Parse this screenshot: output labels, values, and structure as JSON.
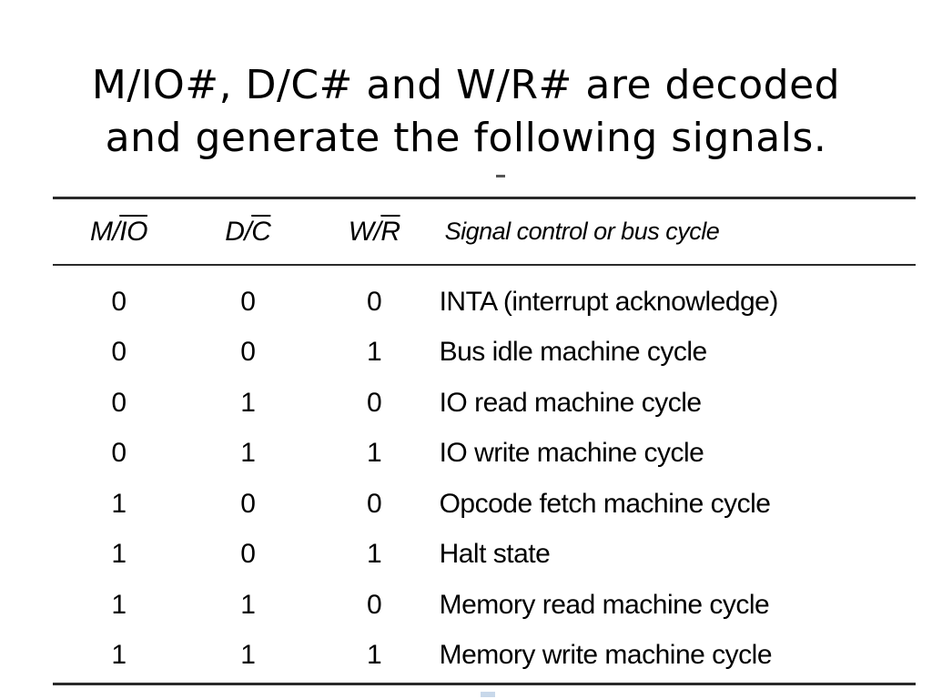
{
  "title": {
    "line1": "M/IO#, D/C# and W/R# are decoded",
    "line2": "and generate the following signals."
  },
  "table": {
    "headers": {
      "col1": {
        "prefix": "M/",
        "overlined": "IO"
      },
      "col2": {
        "prefix": "D/",
        "overlined": "C"
      },
      "col3": {
        "prefix": "W/",
        "overlined": "R"
      },
      "col4": "Signal control or bus cycle"
    },
    "rows": [
      {
        "m_io": "0",
        "d_c": "0",
        "w_r": "0",
        "signal": "INTA (interrupt acknowledge)"
      },
      {
        "m_io": "0",
        "d_c": "0",
        "w_r": "1",
        "signal": "Bus idle machine cycle"
      },
      {
        "m_io": "0",
        "d_c": "1",
        "w_r": "0",
        "signal": "IO read machine cycle"
      },
      {
        "m_io": "0",
        "d_c": "1",
        "w_r": "1",
        "signal": "IO write machine cycle"
      },
      {
        "m_io": "1",
        "d_c": "0",
        "w_r": "0",
        "signal": "Opcode fetch machine cycle"
      },
      {
        "m_io": "1",
        "d_c": "0",
        "w_r": "1",
        "signal": "Halt state"
      },
      {
        "m_io": "1",
        "d_c": "1",
        "w_r": "0",
        "signal": "Memory read machine cycle"
      },
      {
        "m_io": "1",
        "d_c": "1",
        "w_r": "1",
        "signal": "Memory write machine cycle"
      }
    ]
  }
}
